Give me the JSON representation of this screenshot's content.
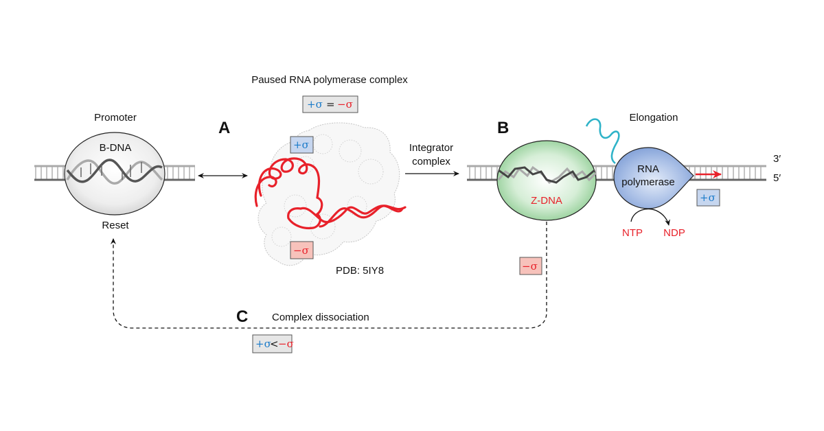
{
  "title": "Paused RNA polymerase complex",
  "promoter": {
    "heading": "Promoter",
    "dna_form": "B-DNA",
    "footer": "Reset"
  },
  "panel_a": {
    "letter": "A",
    "balance": {
      "left": "+σ",
      "op": "=",
      "right": "−σ"
    },
    "badge_top": "+σ",
    "badge_bottom": "−σ",
    "pdb_label": "PDB: 5IY8"
  },
  "transition": {
    "line1": "Integrator",
    "line2": "complex"
  },
  "panel_b": {
    "letter": "B",
    "dna_form": "Z-DNA",
    "badge_below": "−σ"
  },
  "elongation": {
    "heading": "Elongation",
    "enzyme_line1": "RNA",
    "enzyme_line2": "polymerase",
    "badge": "+σ",
    "substrate": "NTP",
    "product": "NDP",
    "end_top": "3′",
    "end_bottom": "5′"
  },
  "panel_c": {
    "letter": "C",
    "label": "Complex dissociation",
    "balance": {
      "left": "+σ",
      "op": "<",
      "right": "−σ"
    }
  },
  "colors": {
    "positive_supercoil": "#1a7ac9",
    "negative_supercoil": "#e8212a",
    "dna_backbone": "#777777",
    "rna_transcript": "#2fb3c8",
    "polymerase_fill": "#8aa9dc",
    "zdna_fill": "#9fd4a2"
  }
}
